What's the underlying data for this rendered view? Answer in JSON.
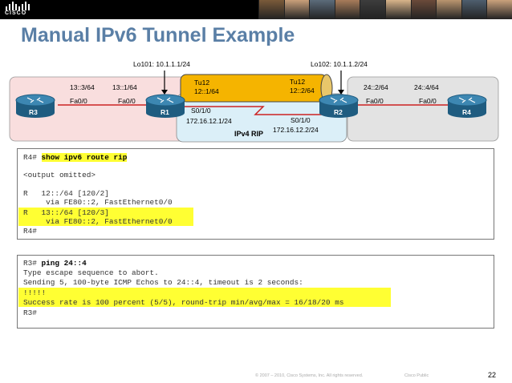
{
  "header": {
    "logo_text": "CISCO",
    "photo_colors": [
      "#7a5a3a",
      "#c9a07a",
      "#5b6b7a",
      "#a87c5a",
      "#3d3d3d",
      "#d8b48a",
      "#6a4a3a",
      "#b9956f",
      "#4e5e6e",
      "#caa27c"
    ]
  },
  "title": "Manual IPv6 Tunnel Example",
  "diagram": {
    "lo101": "Lo101: 10.1.1.1/24",
    "lo102": "Lo102: 10.1.1.2/24",
    "tu12_left": "Tu12",
    "tu12_left_addr": "12::1/64",
    "tu12_right": "Tu12",
    "tu12_right_addr": "12::2/64",
    "r3_net": "13::3/64",
    "r1_net": "13::1/64",
    "r3_fa": "Fa0/0",
    "r1_fa": "Fa0/0",
    "r2_net": "24::2/64",
    "r4_net": "24::4/64",
    "r2_fa": "Fa0/0",
    "r4_fa": "Fa0/0",
    "r1_s": "S0/1/0",
    "r1_ip": "172.16.12.1/24",
    "r2_s": "S0/1/0",
    "r2_ip": "172.16.12.2/24",
    "ipv4_rip": "IPv4 RIP",
    "r1": "R1",
    "r2": "R2",
    "r3": "R3",
    "r4": "R4"
  },
  "terminal1": {
    "prompt": "R4# ",
    "command": "show ipv6 route rip",
    "omitted": "<output omitted>",
    "route1": "R   12::/64 [120/2]",
    "route1_via": "     via FE80::2, FastEthernet0/0",
    "route2": "R   13::/64 [120/3]",
    "route2_via": "     via FE80::2, FastEthernet0/0",
    "end_prompt": "R4#"
  },
  "terminal2": {
    "prompt": "R3# ",
    "command": "ping 24::4",
    "line1": "Type escape sequence to abort.",
    "line2": "Sending 5, 100-byte ICMP Echos to 24::4, timeout is 2 seconds:",
    "line3": "!!!!!",
    "line4": "Success rate is 100 percent (5/5), round-trip min/avg/max = 16/18/20 ms",
    "end_prompt": "R3#"
  },
  "footer": {
    "copyright": "© 2007 – 2010, Cisco Systems, Inc. All rights reserved.",
    "label": "Cisco Public",
    "page": "22"
  },
  "colors": {
    "title": "#5a7fa6",
    "highlight": "#ffff33",
    "tunnel": "#f5b400",
    "router": "#2f6f96",
    "link": "#cc2222"
  }
}
